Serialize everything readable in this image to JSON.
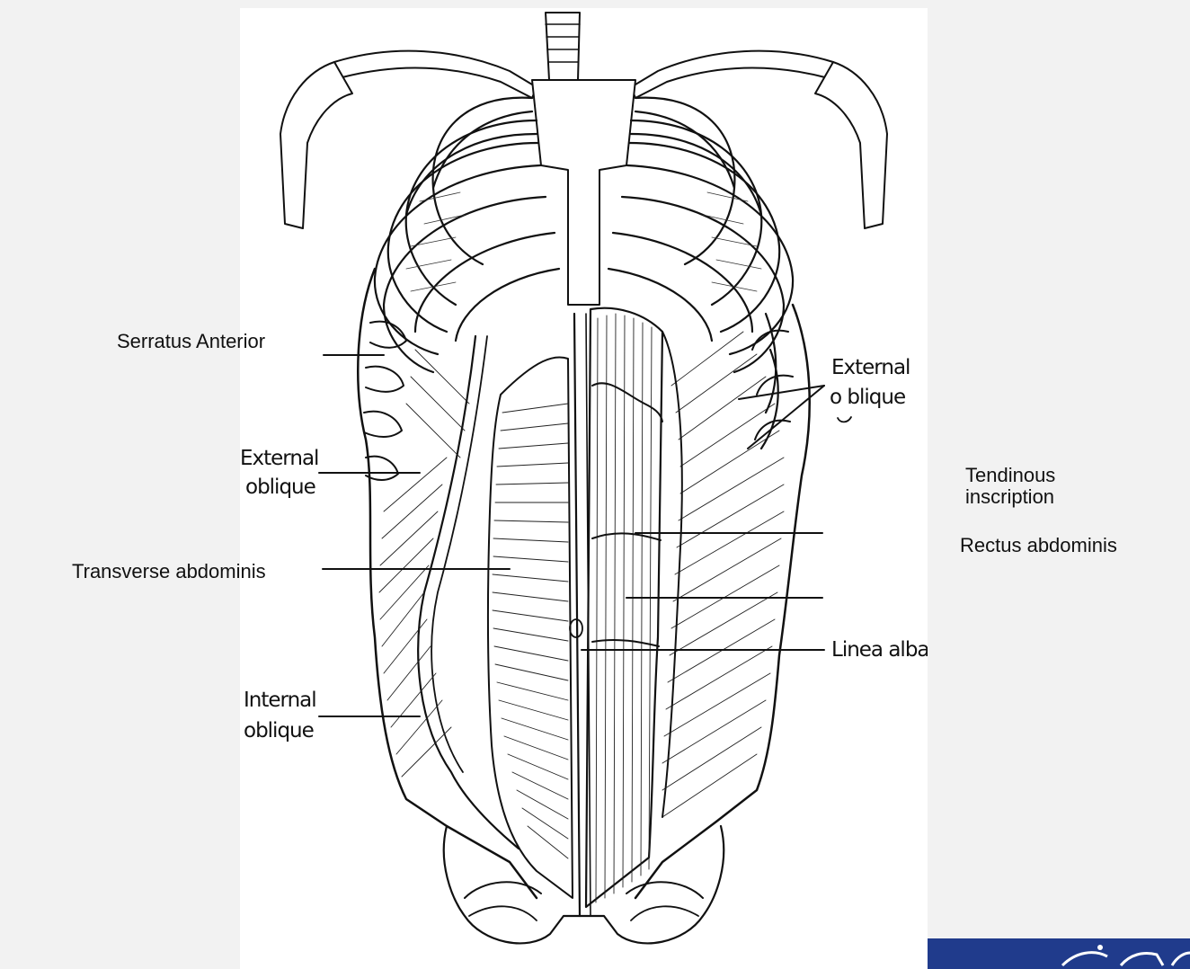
{
  "labels": {
    "serratus_anterior": "Serratus Anterior",
    "transverse_abdominis": "Transverse abdominis",
    "tendinous_line1": "Tendinous",
    "tendinous_line2": "inscription",
    "rectus_abdominis": "Rectus abdominis"
  },
  "drawn_labels": {
    "external_oblique_left_1": "External",
    "external_oblique_left_2": "oblique",
    "internal_oblique_1": "Internal",
    "internal_oblique_2": "oblique",
    "external_oblique_right_1": "External",
    "external_oblique_right_2": "o blique",
    "linea_alba": "Linea alba"
  },
  "colors": {
    "background": "#f2f2f2",
    "panel": "#ffffff",
    "ink": "#111111",
    "corner_logo": "#203b8c"
  }
}
